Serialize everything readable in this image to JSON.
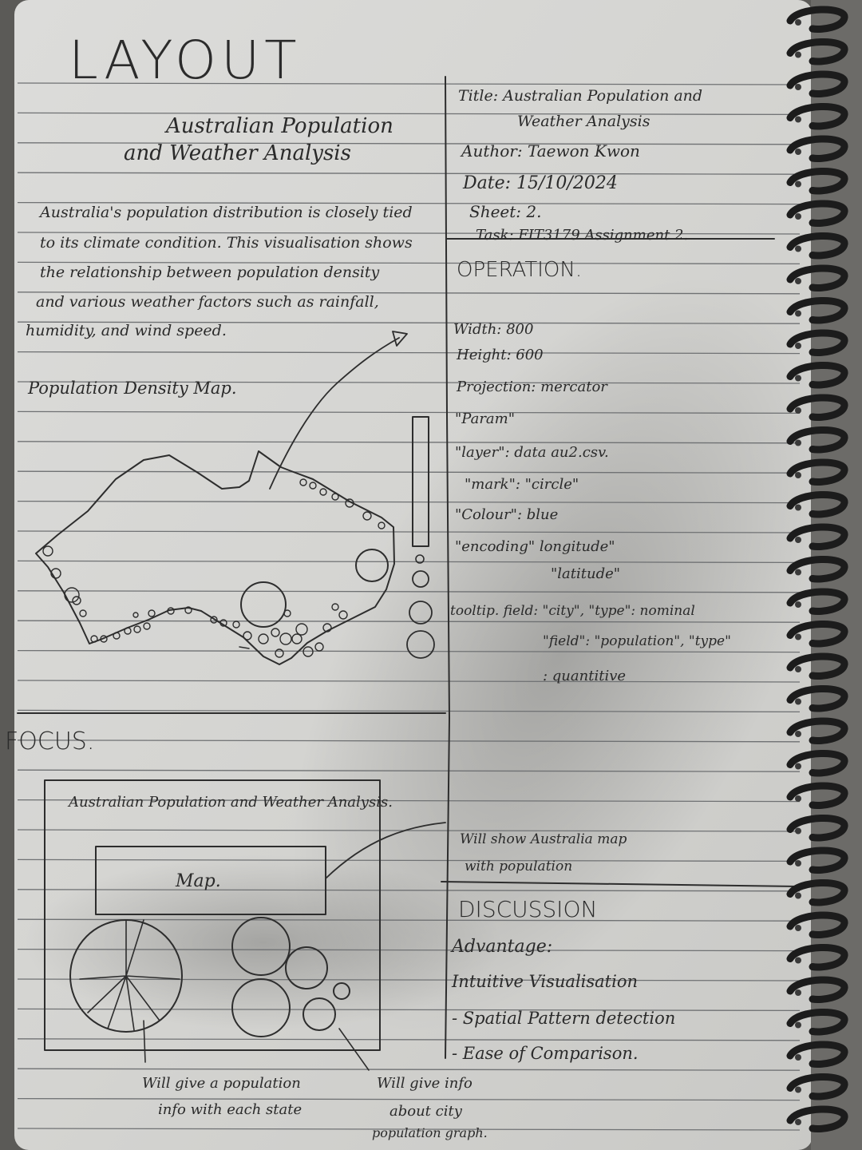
{
  "layout": {
    "heading": "LAYOUT",
    "title_line1": "Australian Population",
    "title_line2": "and Weather Analysis",
    "description": [
      "Australia's population distribution is closely tied",
      "to its climate condition. This visualisation shows",
      "the relationship between population density",
      "and various weather factors such as rainfall,",
      "humidity, and wind speed."
    ],
    "map_label": "Population Density Map."
  },
  "meta": {
    "title_line1": "Title: Australian Population and",
    "title_line2": "Weather Analysis",
    "author": "Author: Taewon Kwon",
    "date": "Date: 15/10/2024",
    "sheet": "Sheet: 2.",
    "task": "Task: FIT3179 Assignment 2."
  },
  "operation": {
    "heading": "OPERATION.",
    "lines": [
      "Width: 800",
      "Height: 600",
      "Projection: mercator",
      "\"Param\"",
      "\"layer\": data au2.csv.",
      "\"mark\": \"circle\"",
      "\"Colour\": blue",
      "\"encoding\" longitude\"",
      "\"latitude\"",
      "tooltip. field: \"city\", \"type\": nominal",
      "\"field\": \"population\", \"type\"",
      ": quantitive"
    ]
  },
  "focus": {
    "heading": "FOCUS.",
    "box_title": "Australian Population and Weather Analysis.",
    "map_box_label": "Map.",
    "note_right_line1": "Will show Australia map",
    "note_right_line2": "with population",
    "note_pie_line1": "Will give a population",
    "note_pie_line2": "info with each state",
    "note_bubble_line1": "Will give info",
    "note_bubble_line2": "about city",
    "note_bubble_line3": "population graph."
  },
  "discussion": {
    "heading": "DISCUSSION",
    "advantage_label": "Advantage:",
    "items": [
      "Intuitive Visualisation",
      "- Spatial Pattern detection",
      "- Ease of Comparison."
    ]
  },
  "colors": {
    "paper": "#d9d9d6",
    "rule": "#6f7173",
    "ink": "#2d2d2d",
    "spiral": "#1c1c1c"
  }
}
